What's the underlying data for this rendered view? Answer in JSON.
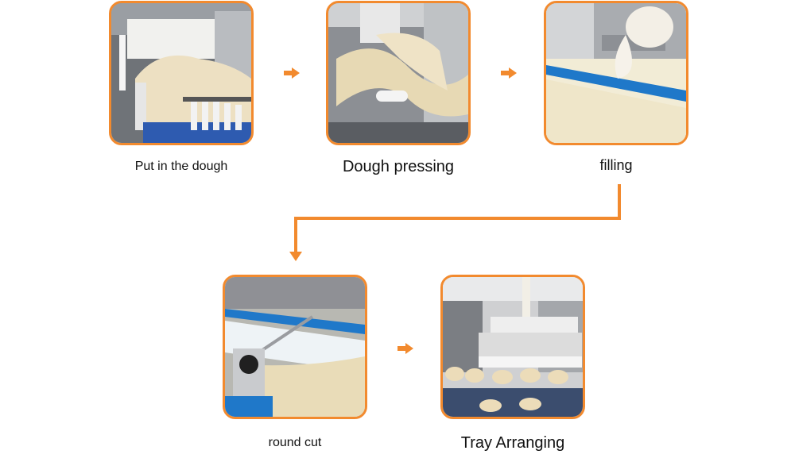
{
  "accent_color": "#f28a2e",
  "steps": [
    {
      "caption": "Put in the dough",
      "image": "dough-feeding-machine-photo"
    },
    {
      "caption": "Dough pressing",
      "image": "dough-pressing-rollers-photo"
    },
    {
      "caption": "filling",
      "image": "filling-nozzle-photo"
    },
    {
      "caption": "round cut",
      "image": "round-cut-conveyor-photo"
    },
    {
      "caption": "Tray Arranging",
      "image": "tray-arranging-machine-photo"
    }
  ]
}
